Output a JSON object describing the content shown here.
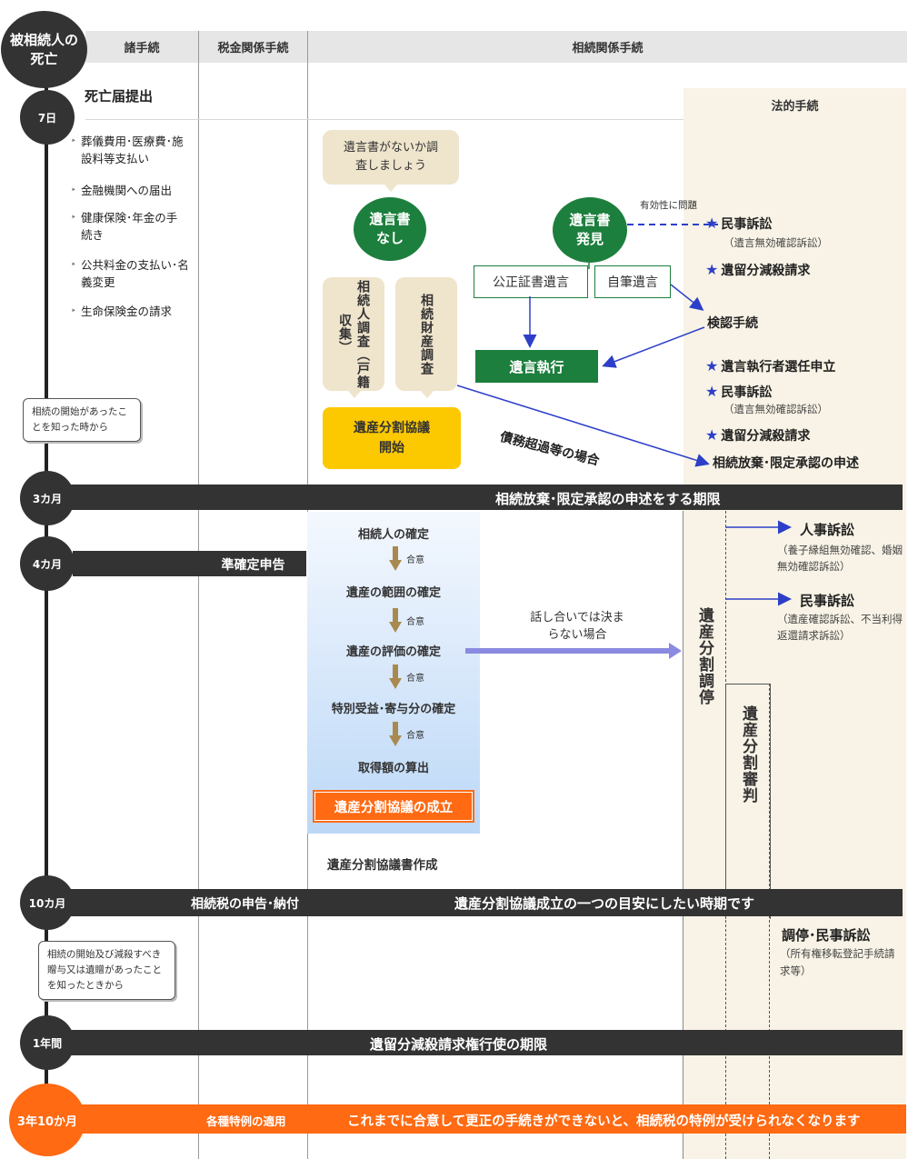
{
  "timeline": {
    "death_label": "被相続人の死亡",
    "milestones": [
      {
        "label": "7日"
      },
      {
        "label": "3カ月"
      },
      {
        "label": "4カ月"
      },
      {
        "label": "10カ月"
      },
      {
        "label": "1年間"
      },
      {
        "label": "3年10か月"
      }
    ]
  },
  "headers": {
    "col1": "諸手続",
    "col2": "税金関係手続",
    "col3": "相続関係手続",
    "legal": "法的手続"
  },
  "procedures": {
    "death_notice": "死亡届提出",
    "items": [
      "葬儀費用･医療費･施設料等支払い",
      "金融機関への届出",
      "健康保険･年金の手続き",
      "公共料金の支払い･名義変更",
      "生命保険金の請求"
    ]
  },
  "callouts": {
    "c1": "相続の開始があったことを知った時から",
    "c2": "相続の開始及び減殺すべき贈与又は遺贈があったことを知ったときから"
  },
  "will": {
    "search_bubble": "遺言書がないか調査しましょう",
    "none": "遺言書なし",
    "found": "遺言書発見",
    "validity_issue": "有効性に問題",
    "notarial": "公正証書遺言",
    "holograph": "自筆遺言",
    "execution": "遺言執行",
    "heir_survey": "相続人調査（戸籍収集）",
    "asset_survey": "相続財産調査",
    "division_start": "遺産分割協議開始",
    "debt_label": "債務超過等の場合"
  },
  "legal": {
    "civil_suit": "民事訴訟",
    "civil_suit_sub": "（遺言無効確認訴訟）",
    "reserved_claim": "遺留分減殺請求",
    "probate": "検認手続",
    "executor": "遺言執行者選任申立",
    "civil_suit2": "民事訴訟",
    "civil_suit2_sub": "（遺言無効確認訴訟）",
    "reserved_claim2": "遺留分減殺請求",
    "renounce": "相続放棄･限定承認の申述",
    "personal_suit": "人事訴訟",
    "personal_suit_sub": "（養子縁組無効確認、婚姻無効確認訴訟）",
    "civil_suit3": "民事訴訟",
    "civil_suit3_sub": "（遺産確認訴訟、不当利得返還請求訴訟）",
    "mediation": "遺産分割調停",
    "trial": "遺産分割審判",
    "final": "調停･民事訴訟",
    "final_sub": "（所有権移転登記手続請求等）"
  },
  "division": {
    "steps": [
      "相続人の確定",
      "遺産の範囲の確定",
      "遺産の評価の確定",
      "特別受益･寄与分の確定",
      "取得額の算出"
    ],
    "agree": "合意",
    "agreement": "遺産分割協議の成立",
    "document": "遺産分割協議書作成",
    "no_agreement": "話し合いでは決まらない場合"
  },
  "bars": {
    "b3": "相続放棄･限定承認の申述をする期限",
    "tax_prelim": "準確定申告",
    "tax_filing": "相続税の申告･納付",
    "b10": "遺産分割協議成立の一つの目安にしたい時期です",
    "b1y": "遺留分減殺請求権行使の期限",
    "special": "各種特例の適用",
    "b3y": "これまでに合意して更正の手続きができないと、相続税の特例が受けられなくなります"
  },
  "colors": {
    "dark": "#333333",
    "green": "#1d7f3d",
    "orange": "#ff6a13",
    "yellow": "#fcc800",
    "tan": "#efe4cc",
    "legal_bg": "#f8f3e6",
    "blue": "#2d3fc8"
  }
}
